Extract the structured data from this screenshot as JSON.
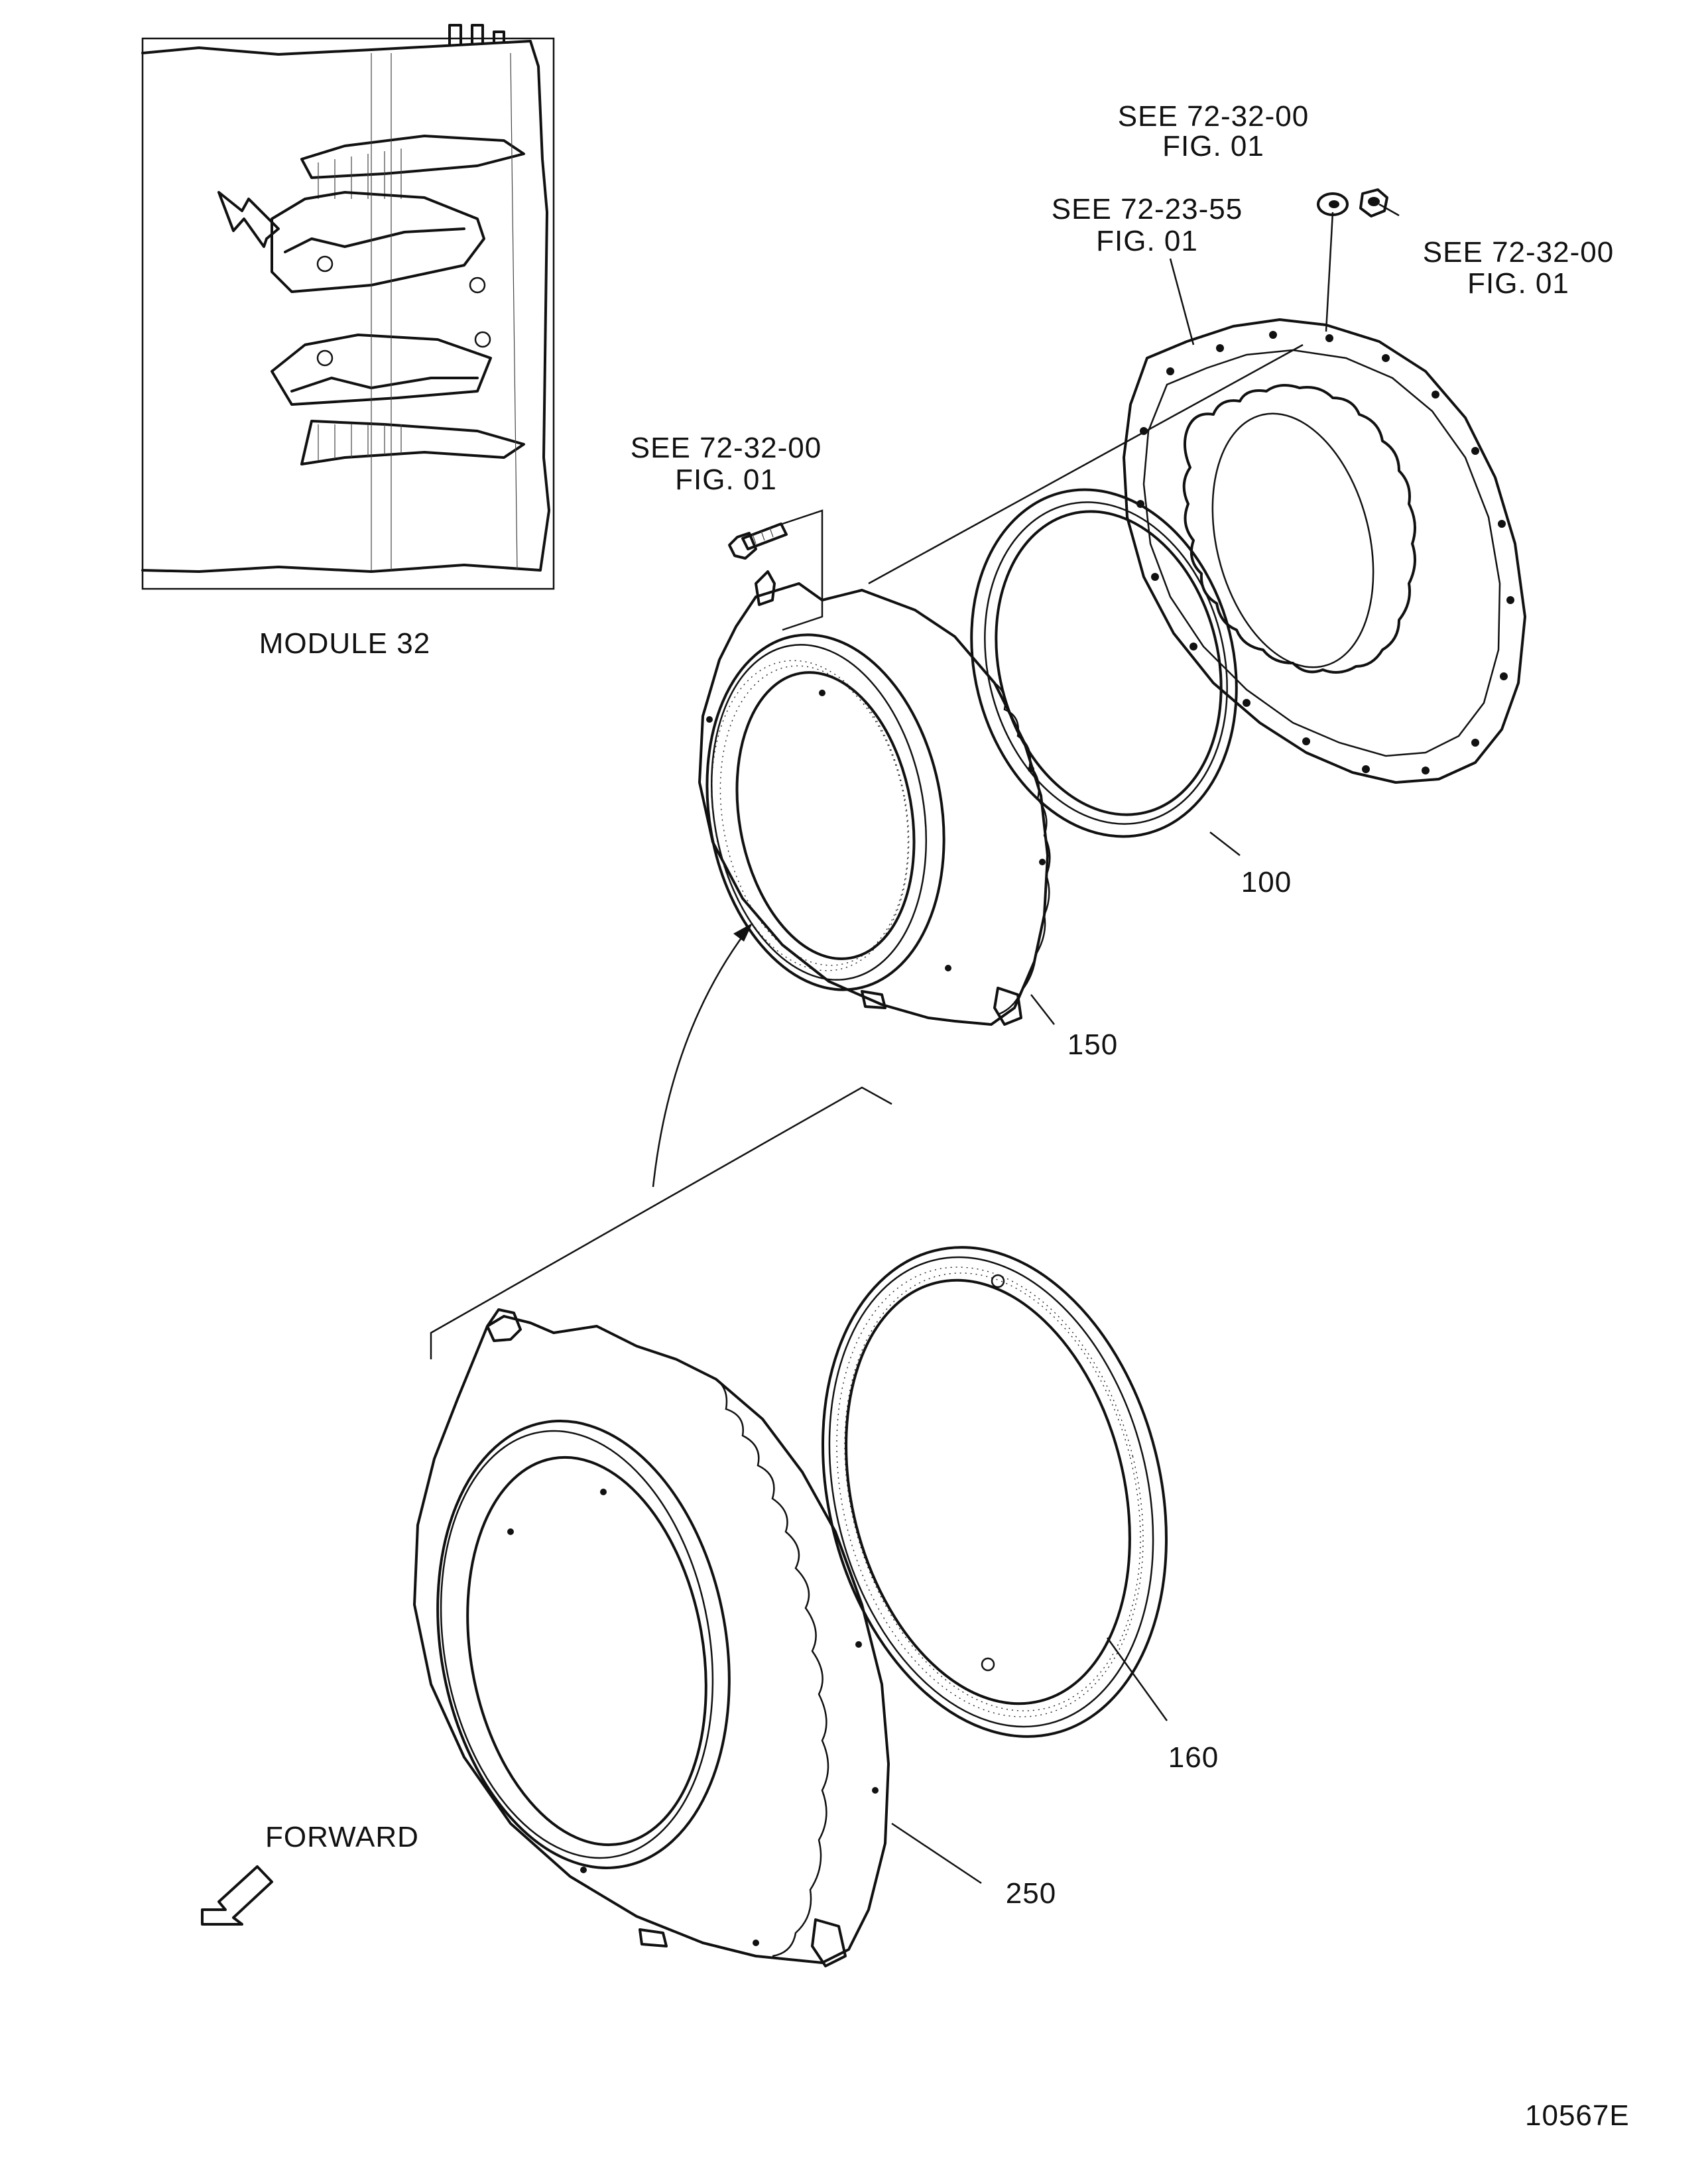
{
  "inset": {
    "caption": "MODULE 32"
  },
  "callouts": {
    "top_center": {
      "line1": "SEE 72-32-00",
      "line2": "FIG. 01"
    },
    "top_left": {
      "line1": "SEE 72-23-55",
      "line2": "FIG. 01"
    },
    "top_right": {
      "line1": "SEE 72-32-00",
      "line2": "FIG. 01"
    },
    "bolt": {
      "line1": "SEE 72-32-00",
      "line2": "FIG. 01"
    }
  },
  "item_numbers": {
    "seal_ring": "100",
    "upper_case": "150",
    "lower_ring": "160",
    "lower_case": "250"
  },
  "direction": {
    "label": "FORWARD"
  },
  "figure_id": "10567E"
}
